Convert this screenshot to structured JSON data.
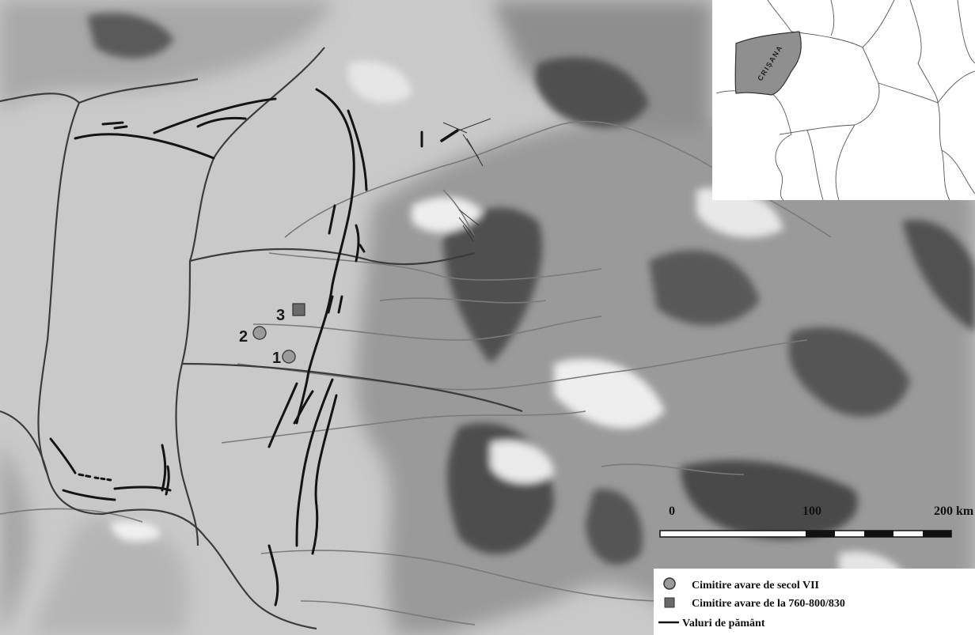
{
  "map": {
    "sites": [
      {
        "label": "1",
        "type": "circle"
      },
      {
        "label": "2",
        "type": "circle"
      },
      {
        "label": "3",
        "type": "square"
      }
    ],
    "inset": {
      "region_label": "CRIŞANA",
      "highlight_color": "#8f8f8f"
    },
    "scale_bar": {
      "labels": [
        "0",
        "100",
        "200 km"
      ]
    },
    "legend": {
      "items": [
        {
          "symbol": "circle",
          "label": "Cimitire avare de secol VII"
        },
        {
          "symbol": "square",
          "label": "Cimitire avare de la 760-800/830"
        },
        {
          "symbol": "line",
          "label": "Valuri de pământ"
        }
      ]
    },
    "colors": {
      "plain": "#c9c9c9",
      "mountain_dark": "#4a4a4a",
      "mountain_light": "#eeeeee",
      "rivers": "#7a7a7a",
      "borders": "#3c3c3c",
      "earthworks": "#141414",
      "circle_marker": "#9a9a9a",
      "square_marker": "#6a6a6a"
    }
  }
}
